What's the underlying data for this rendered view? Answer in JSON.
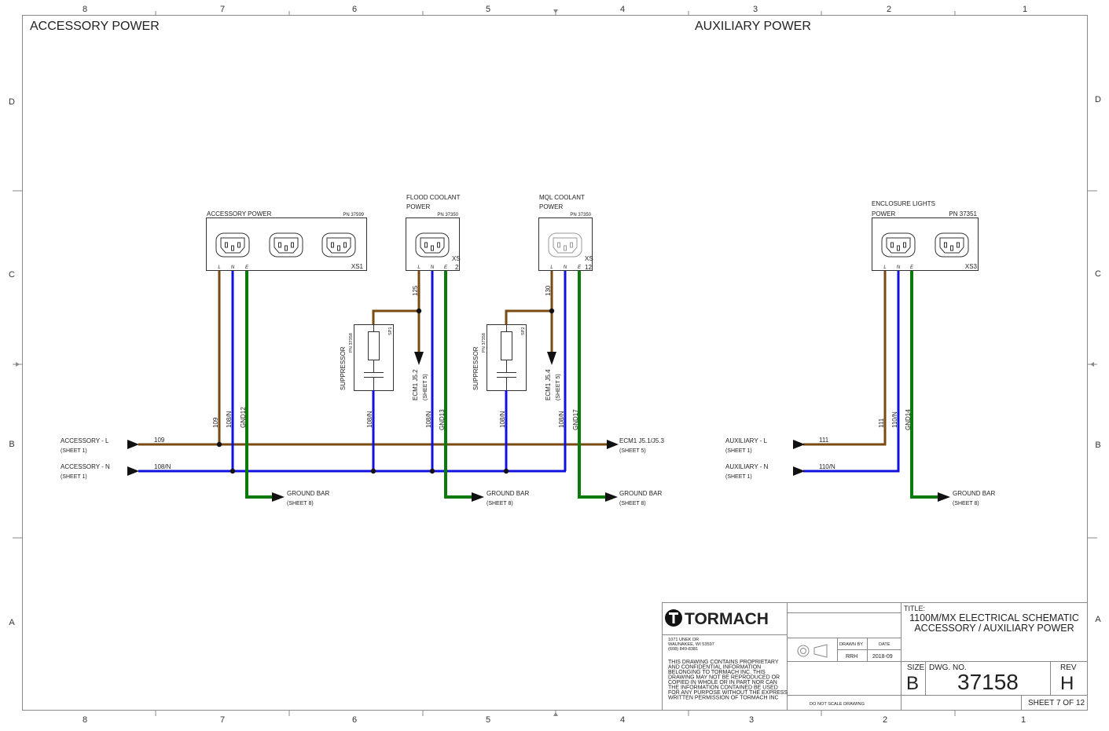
{
  "zones": {
    "columns": [
      "8",
      "7",
      "6",
      "5",
      "4",
      "3",
      "2",
      "1"
    ],
    "rows": [
      "D",
      "C",
      "B",
      "A"
    ]
  },
  "sections": {
    "left": "ACCESSORY POWER",
    "right": "AUXILIARY POWER"
  },
  "components": {
    "xs1": {
      "name": "ACCESSORY POWER",
      "pn": "PN 37599",
      "ref": "XS1"
    },
    "xs2": {
      "name_line1": "FLOOD COOLANT",
      "name_line2": "POWER",
      "pn": "PN 37350",
      "ref_line1": "XS",
      "ref_line2": "2"
    },
    "xs12": {
      "name_line1": "MQL COOLANT",
      "name_line2": "POWER",
      "pn": "PN 37350",
      "ref_line1": "XS",
      "ref_line2": "12"
    },
    "xs3": {
      "name_line1": "ENCLOSURE LIGHTS",
      "name_line2": "POWER",
      "pn": "PN 37351",
      "ref": "XS3"
    },
    "pins": {
      "l": "L",
      "n": "N",
      "e": "E"
    },
    "sp1": {
      "label": "SUPPRESSOR",
      "pn": "PN 37358",
      "ref": "SP1"
    },
    "sp2": {
      "label": "SUPPRESSOR",
      "pn": "PN 37358",
      "ref": "SP2"
    }
  },
  "wires": {
    "w109": "109",
    "w108n": "108/N",
    "gnd12": "GND12",
    "w125": "125",
    "gnd13": "GND13",
    "w130": "130",
    "gnd17": "GND17",
    "w111": "111",
    "w110n": "110/N",
    "gnd14": "GND14"
  },
  "offsheet": {
    "acc_l": {
      "label": "ACCESSORY - L",
      "sheet": "(SHEET 1)"
    },
    "acc_n": {
      "label": "ACCESSORY - N",
      "sheet": "(SHEET 1)"
    },
    "aux_l": {
      "label": "AUXILIARY - L",
      "sheet": "(SHEET 1)"
    },
    "aux_n": {
      "label": "AUXILIARY - N",
      "sheet": "(SHEET 1)"
    },
    "ecm_j51": {
      "label": "ECM1 J5.1/J5.3",
      "sheet": "(SHEET 5)"
    },
    "ecm_j52": {
      "label": "ECM1 J5.2",
      "sheet": "(SHEET 5)"
    },
    "ecm_j54": {
      "label": "ECM1 J5.4",
      "sheet": "(SHEET 5)"
    },
    "ground_bar": {
      "label": "GROUND BAR",
      "sheet": "(SHEET 8)"
    }
  },
  "title_block": {
    "company": "TORMACH",
    "address": [
      "1071 UNEK DR",
      "WAUNAKEE, WI 53597",
      "(608) 849-8381"
    ],
    "notice": [
      "THIS DRAWING CONTAINS PROPRIETARY",
      "AND CONFIDENTIAL INFORMATION",
      "BELONGING TO TORMACH INC. THIS",
      "DRAWING MAY NOT BE REPRODUCED OR",
      "COPIED IN WHOLE OR IN PART NOR CAN",
      "THE INFORMATION CONTAINED BE USED",
      "FOR ANY PURPOSE WITHOUT THE EXPRESS",
      "WRITTEN PERMISSION OF TORMACH INC"
    ],
    "drawn_by_label": "DRAWN BY",
    "date_label": "DATE",
    "drawn_by": "RRH",
    "date": "2018-09",
    "title_label": "TITLE:",
    "title_line1": "1100M/MX ELECTRICAL SCHEMATIC",
    "title_line2": "ACCESSORY / AUXILIARY POWER",
    "size_label": "SIZE",
    "size": "B",
    "dwg_label": "DWG. NO.",
    "dwg_no": "37158",
    "rev_label": "REV",
    "rev": "H",
    "scale_note": "DO NOT SCALE DRAWING",
    "sheet": "SHEET 7 OF 12"
  },
  "colors": {
    "line": "#7a4a10",
    "neutral": "#1010e0",
    "ground": "#0a7a0a",
    "frame": "#888888",
    "ink": "#222222"
  }
}
